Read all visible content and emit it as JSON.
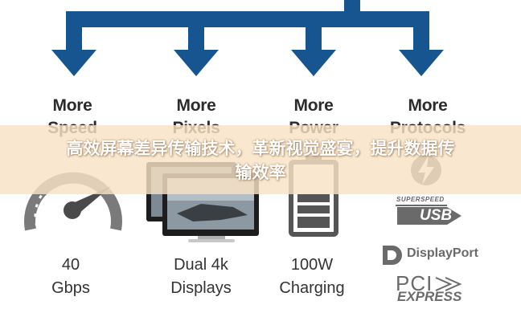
{
  "columns": [
    {
      "title": "More",
      "subtitle": "Speed",
      "value": "40",
      "unit": "Gbps",
      "icon": "speedometer-icon"
    },
    {
      "title": "More",
      "subtitle": "Pixels",
      "value": "Dual 4k",
      "unit": "Displays",
      "icon": "dual-monitor-icon"
    },
    {
      "title": "More",
      "subtitle": "Power",
      "value": "100W",
      "unit": "Charging",
      "icon": "battery-icon"
    },
    {
      "title": "More",
      "subtitle": "Protocols",
      "icon": "protocol-logos"
    }
  ],
  "protocols": {
    "superspeed": "SUPERSPEED",
    "usb": "USB",
    "displayport": "DisplayPort",
    "pci": "PCI",
    "express": "EXPRESS"
  },
  "banner": {
    "line1": "高效屏幕差异传输技术，革新视觉盛宴，提升数据传",
    "line2": "输效率"
  },
  "colors": {
    "tree": "#16558f",
    "text": "#2b2b2b",
    "banner": "#f8e2c4",
    "battery": "#555555"
  }
}
